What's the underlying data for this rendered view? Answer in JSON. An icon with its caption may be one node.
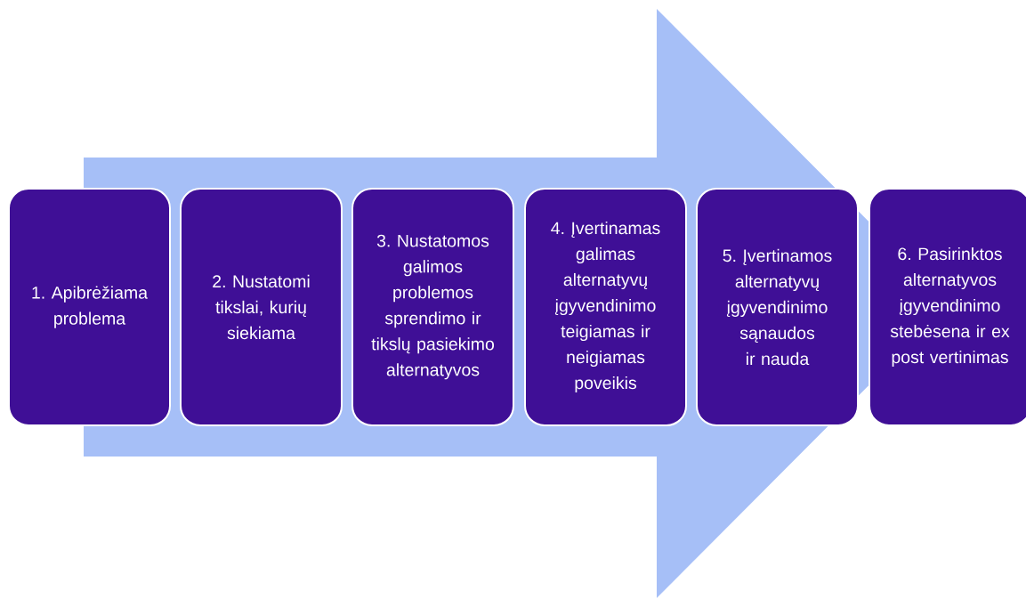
{
  "diagram": {
    "nodes": [
      {
        "text": [
          "1. Apibrėžiama problema"
        ]
      },
      {
        "text": [
          "2. Nustatomi tikslai, kurių siekiama"
        ]
      },
      {
        "text": [
          "3. Nustatomos galimos problemos sprendimo ir tikslų pasiekimo alternatyvos"
        ]
      },
      {
        "text": [
          "4. Įvertinamas galimas alternatyvų įgyvendinimo teigiamas ir neigiamas poveikis"
        ]
      },
      {
        "text": [
          "5. Įvertinamos alternatyvų įgyvendinimo sąnaudos ir nauda"
        ]
      },
      {
        "text": [
          "6. Pasirinktos alternatyvos įgyvendinimo stebėsena ir ex post vertinimas"
        ]
      }
    ],
    "edges": [
      {
        "from": 0,
        "to": 5,
        "arrow": "to"
      }
    ]
  }
}
